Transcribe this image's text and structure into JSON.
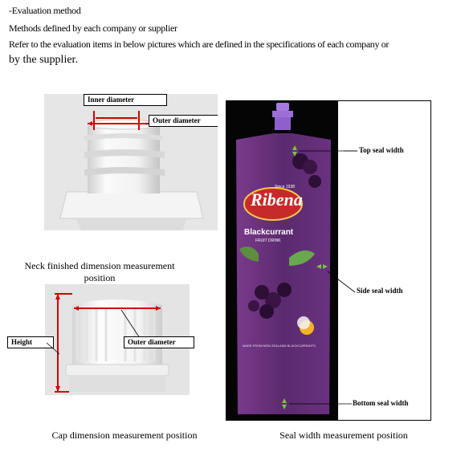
{
  "intro": {
    "line1": "-Evaluation method",
    "line2": "Methods defined by each company or supplier",
    "line3": "Refer to the evaluation items in below pictures which are defined in the specifications of each company or",
    "line4": "by the supplier."
  },
  "neck_figure": {
    "inner_label": "Inner diameter",
    "outer_label": "Outer diameter",
    "caption": "Neck finished dimension measurement position"
  },
  "cap_figure": {
    "height_label": "Height",
    "outer_label": "Outer diameter",
    "caption": "Cap dimension measurement position"
  },
  "pouch_figure": {
    "top_label": "Top seal width",
    "side_label": "Side seal width",
    "bottom_label": "Bottom seal width",
    "caption": "Seal width measurement position",
    "pouch_text": {
      "brand": "Ribena",
      "tagline": "Since 1938",
      "flavor": "Blackcurrant",
      "subtitle": "FRUIT DRINK",
      "origin": "MADE FROM NEW ZEALAND BLACKCURRANTS"
    }
  },
  "colors": {
    "pouch_purple": "#5b2a6e",
    "spout_lavender": "#a67be0",
    "arrow_red": "#d40000",
    "arrow_green": "#7cc242"
  }
}
